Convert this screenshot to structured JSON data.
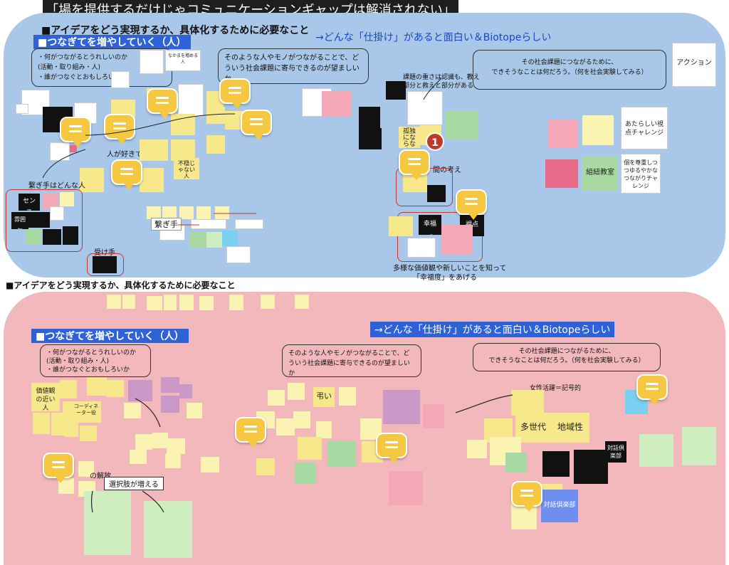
{
  "title": "「場を提供するだけじゃコミュニケーションギャップは解消されない」",
  "top_board": {
    "heading": "■アイデアをどう実現するか、具体化するために必要なこと",
    "section_left": "■つなぎてを増やしていく（人）",
    "section_right": "→どんな「仕掛け」があると面白い＆Biotopeらしい",
    "callout_left": [
      "・何がつながるとうれしいのか",
      "(活動・取り組み・人)",
      "・誰がつなぐとおもしろいか"
    ],
    "callout_mid": [
      "そのような人やモノがつながることで、どういう社会課題に寄与できるのが望ましいか"
    ],
    "callout_right": [
      "その社会課題につながるために、",
      "できそうなことは何だろう。（何を社会実験してみる）"
    ],
    "action": "アクション",
    "labels": {
      "tsunagite_wa": "繋ぎ手はどんな人",
      "sense": "センス",
      "fun_iki": "雰囲気",
      "hito_ga_suki": "人が好きで",
      "fuanjo": "不穏じゃない人",
      "tsunagite": "繋ぎ手",
      "ukete": "受け手",
      "kadai": "課題の重さは認識も、教え",
      "kadai2": "部分と救えと部分がある",
      "kodoku": "孤独にならない",
      "aida_no_kangae": "間の考え",
      "kofukukan": "幸福感",
      "shiten": "視点",
      "tayou": "多様な価値観や新しいことを知って",
      "kofukudo": "「幸福度」をあげる",
      "atarashii": "あたらしい視点チャレンジ",
      "soshiki": "組紐教室",
      "ko_sonchou": "個を尊重しつつゆるやかなつながりチャレンジ",
      "nakama": "なかまを増める人"
    },
    "badge": "1"
  },
  "bottom_board": {
    "heading": "■アイデアをどう実現するか、具体化するために必要なこと",
    "section_left": "■つなぎてを増やしていく（人）",
    "section_right": "→どんな「仕掛け」があると面白い＆Biotopeらしい",
    "callout_left": [
      "・何がつながるとうれしいのか",
      "(活動・取り組み・人)",
      "・誰がつなぐとおもしろいか"
    ],
    "callout_mid": [
      "そのような人やモノがつながることで、どういう社会課題に寄与できるのが望ましいか"
    ],
    "callout_right": [
      "その社会課題につながるために、",
      "できそうなことは何だろう。（何を社会実験してみる）"
    ],
    "labels": {
      "kachikan": "価値観の近い人",
      "coordinator": "コーディネーター役",
      "tomurai": "弔い",
      "tasedai": "多世代",
      "chiikisei": "地域性",
      "taiwa_club": "対話倶楽部",
      "taiwa_club2": "対話倶楽部",
      "sentakushi": "選択肢が増える",
      "kaihou": "の解放",
      "josei": "女性活躍＝記号的"
    }
  }
}
